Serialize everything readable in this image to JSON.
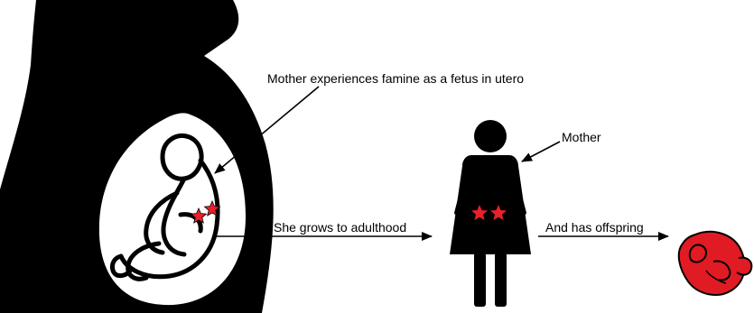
{
  "labels": {
    "famine": "Mother experiences famine as a fetus in utero",
    "mother": "Mother",
    "grows": "She grows to adulthood",
    "offspring": "And has offspring"
  },
  "colors": {
    "silhouette": "#000000",
    "background": "#ffffff",
    "star": "#e8202a",
    "offspring_fetus": "#e01b24",
    "line": "#000000"
  },
  "icons": {
    "pregnant": "pregnant-silhouette-icon",
    "fetus": "fetus-outline-icon",
    "woman": "woman-figure-icon",
    "baby": "offspring-fetus-icon",
    "star": "star-icon"
  }
}
